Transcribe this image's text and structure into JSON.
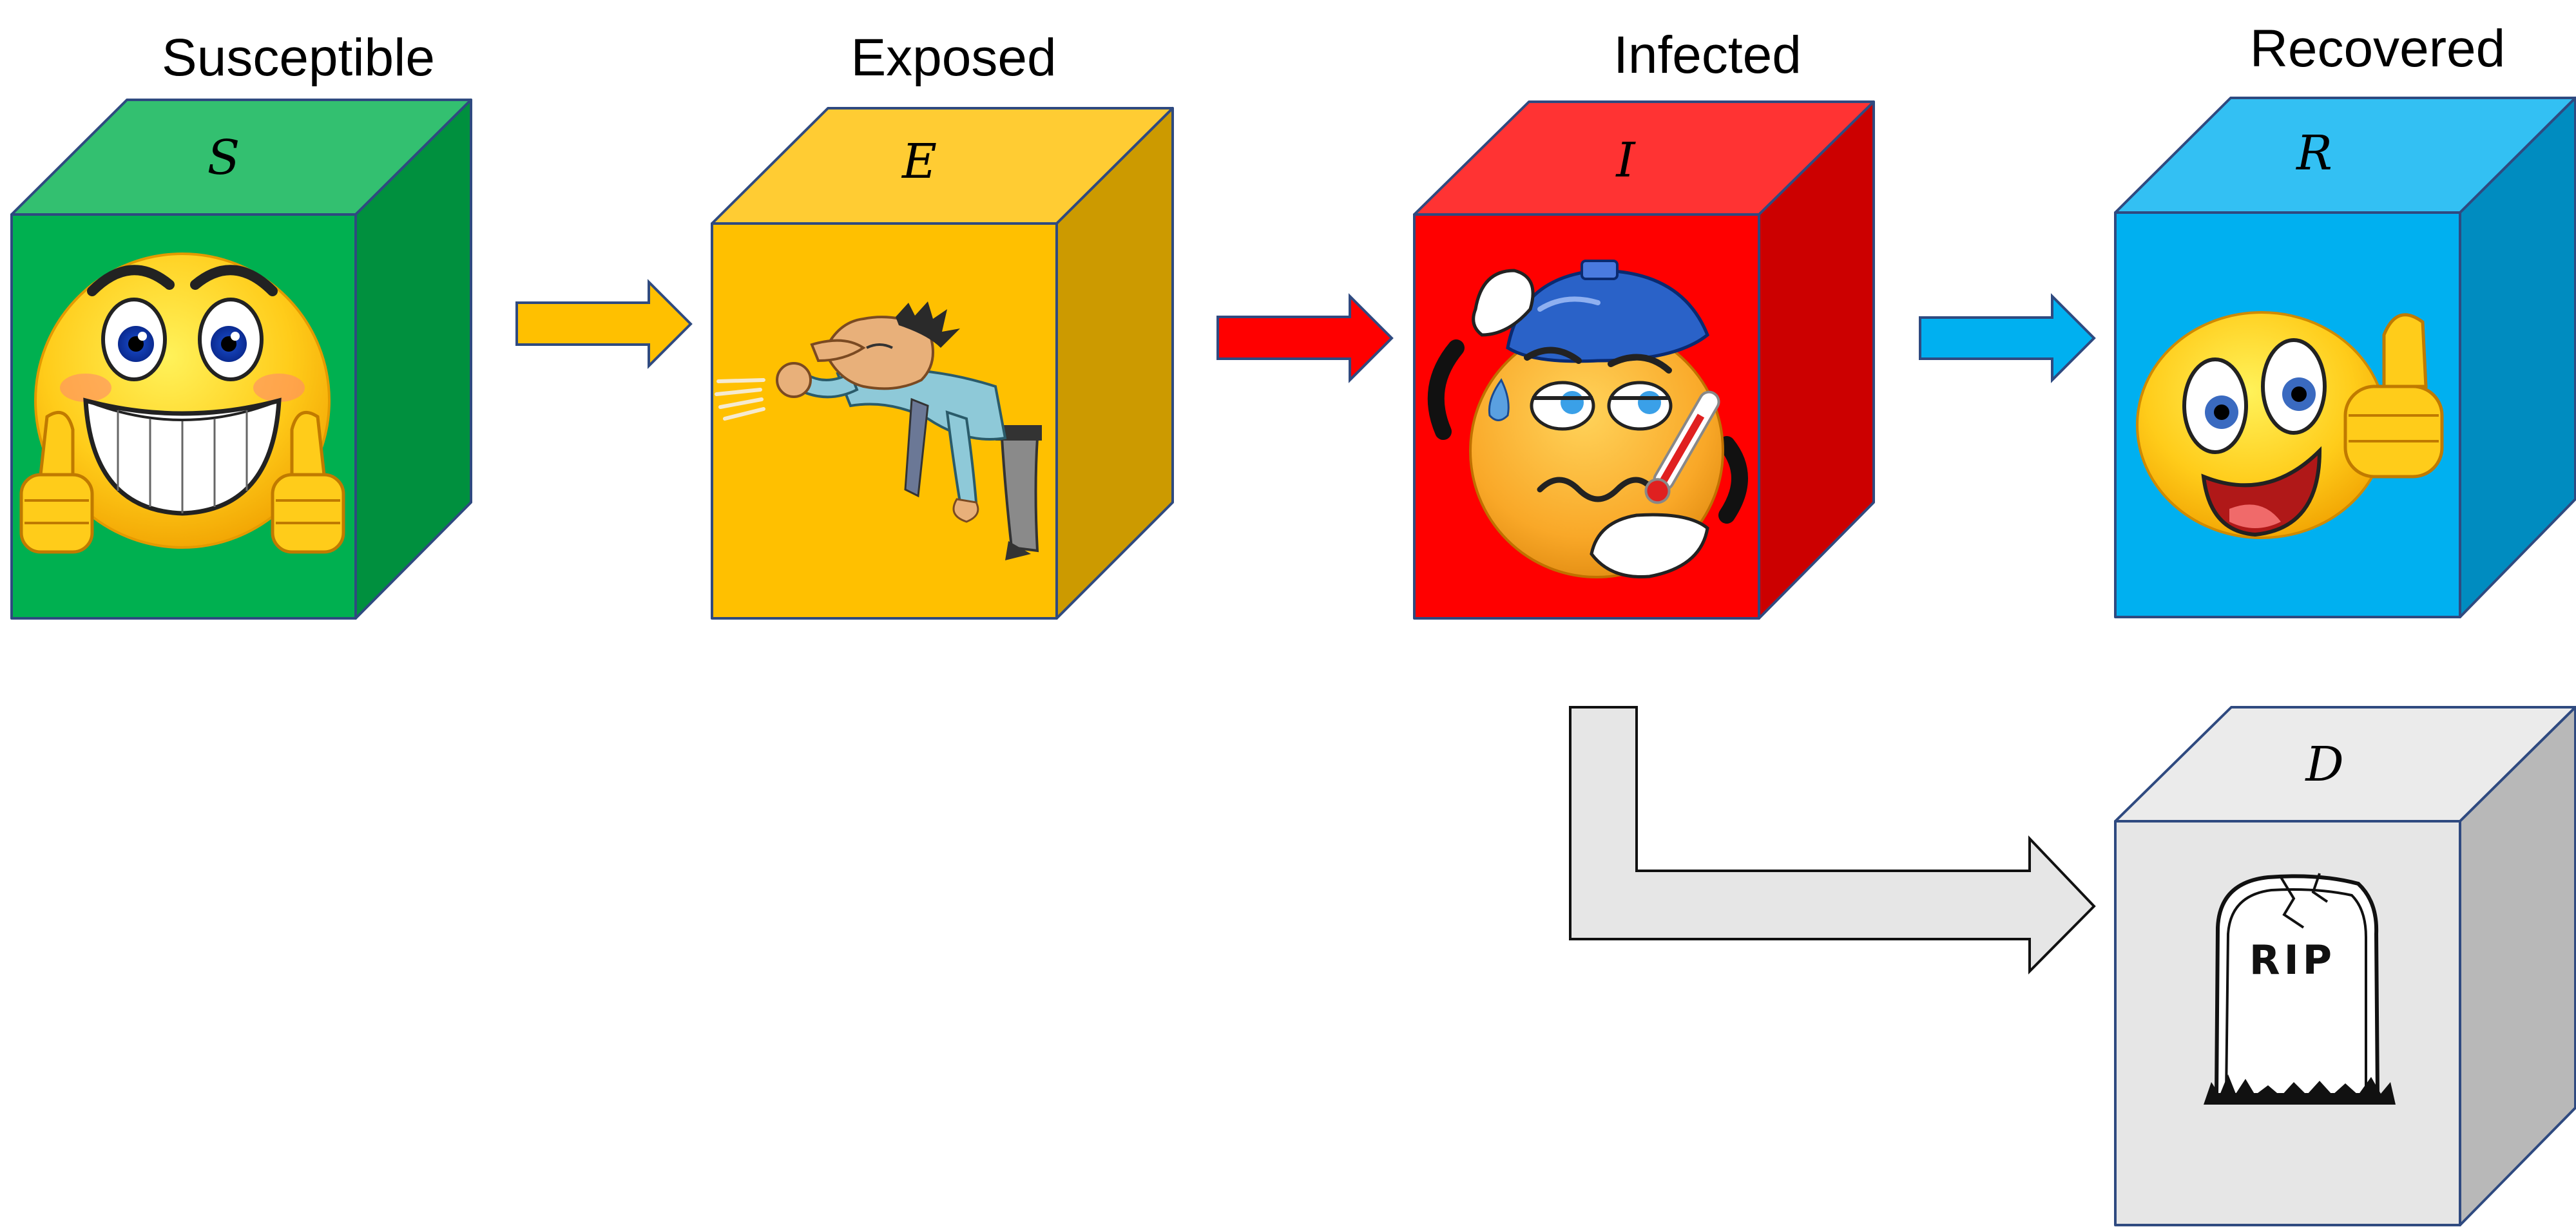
{
  "compartments": {
    "susceptible": {
      "title": "Susceptible",
      "symbol": "S",
      "front": "#00b050",
      "top": "#33c070",
      "side": "#00903e"
    },
    "exposed": {
      "title": "Exposed",
      "symbol": "E",
      "front": "#ffc000",
      "top": "#ffcc33",
      "side": "#cc9a00"
    },
    "infected": {
      "title": "Infected",
      "symbol": "I",
      "front": "#ff0000",
      "top": "#ff3333",
      "side": "#cc0000"
    },
    "recovered": {
      "title": "Recovered",
      "symbol": "R",
      "front": "#00b0f0",
      "top": "#33c0f3",
      "side": "#008cc0"
    },
    "dead": {
      "title": "",
      "symbol": "D",
      "front": "#e6e6e6",
      "top": "#ebebeb",
      "side": "#b8b8b8"
    }
  },
  "arrows": {
    "s_to_e": {
      "color": "#ffc000"
    },
    "e_to_i": {
      "color": "#ff0000"
    },
    "i_to_r": {
      "color": "#00b0f0"
    },
    "i_to_d": {
      "color": "#e6e6e6"
    }
  },
  "tombstone": {
    "text": "RIP"
  },
  "icons": {
    "susceptible": "grinning-thumbs-up-emoji-icon",
    "exposed": "coughing-man-icon",
    "infected": "sick-fever-emoji-icon",
    "recovered": "happy-thumbs-up-emoji-icon",
    "dead": "tombstone-icon"
  }
}
